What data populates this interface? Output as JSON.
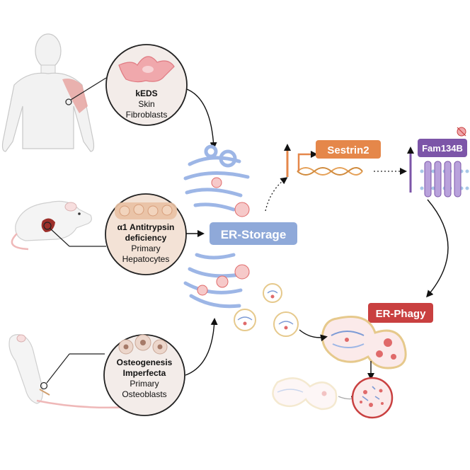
{
  "sources": {
    "keds": {
      "line1": "kEDS",
      "line2": "Skin",
      "line3": "Fibroblasts"
    },
    "aat": {
      "line1": "α1 Antitrypsin",
      "line2": "deficiency",
      "line3": "Primary",
      "line4": "Hepatocytes"
    },
    "oi": {
      "line1": "Osteogenesis",
      "line2": "Imperfecta",
      "line3": "Primary",
      "line4": "Osteoblasts"
    }
  },
  "central": {
    "label": "ER-Storage"
  },
  "pathway": {
    "sestrin": "Sestrin2",
    "fam": "Fam134B",
    "erphagy": "ER-Phagy"
  },
  "colors": {
    "circle_fill": "#f3ece9",
    "er_storage": "#8fa9d9",
    "sestrin": "#e5874a",
    "fam": "#7c55a8",
    "erphagy": "#c94040",
    "er_membrane": "#9db6e6",
    "collagen": "#e06a6a"
  },
  "icons": [
    "human-body-icon",
    "mouse-liver-icon",
    "mouse-leg-icon",
    "fibroblast-cell-icon",
    "hepatocyte-cell-icon",
    "osteoblast-cell-icon",
    "endoplasmic-reticulum-icon",
    "dna-helix-icon",
    "membrane-protein-icon",
    "vesicle-icon",
    "autophagosome-icon",
    "lysosome-icon"
  ]
}
